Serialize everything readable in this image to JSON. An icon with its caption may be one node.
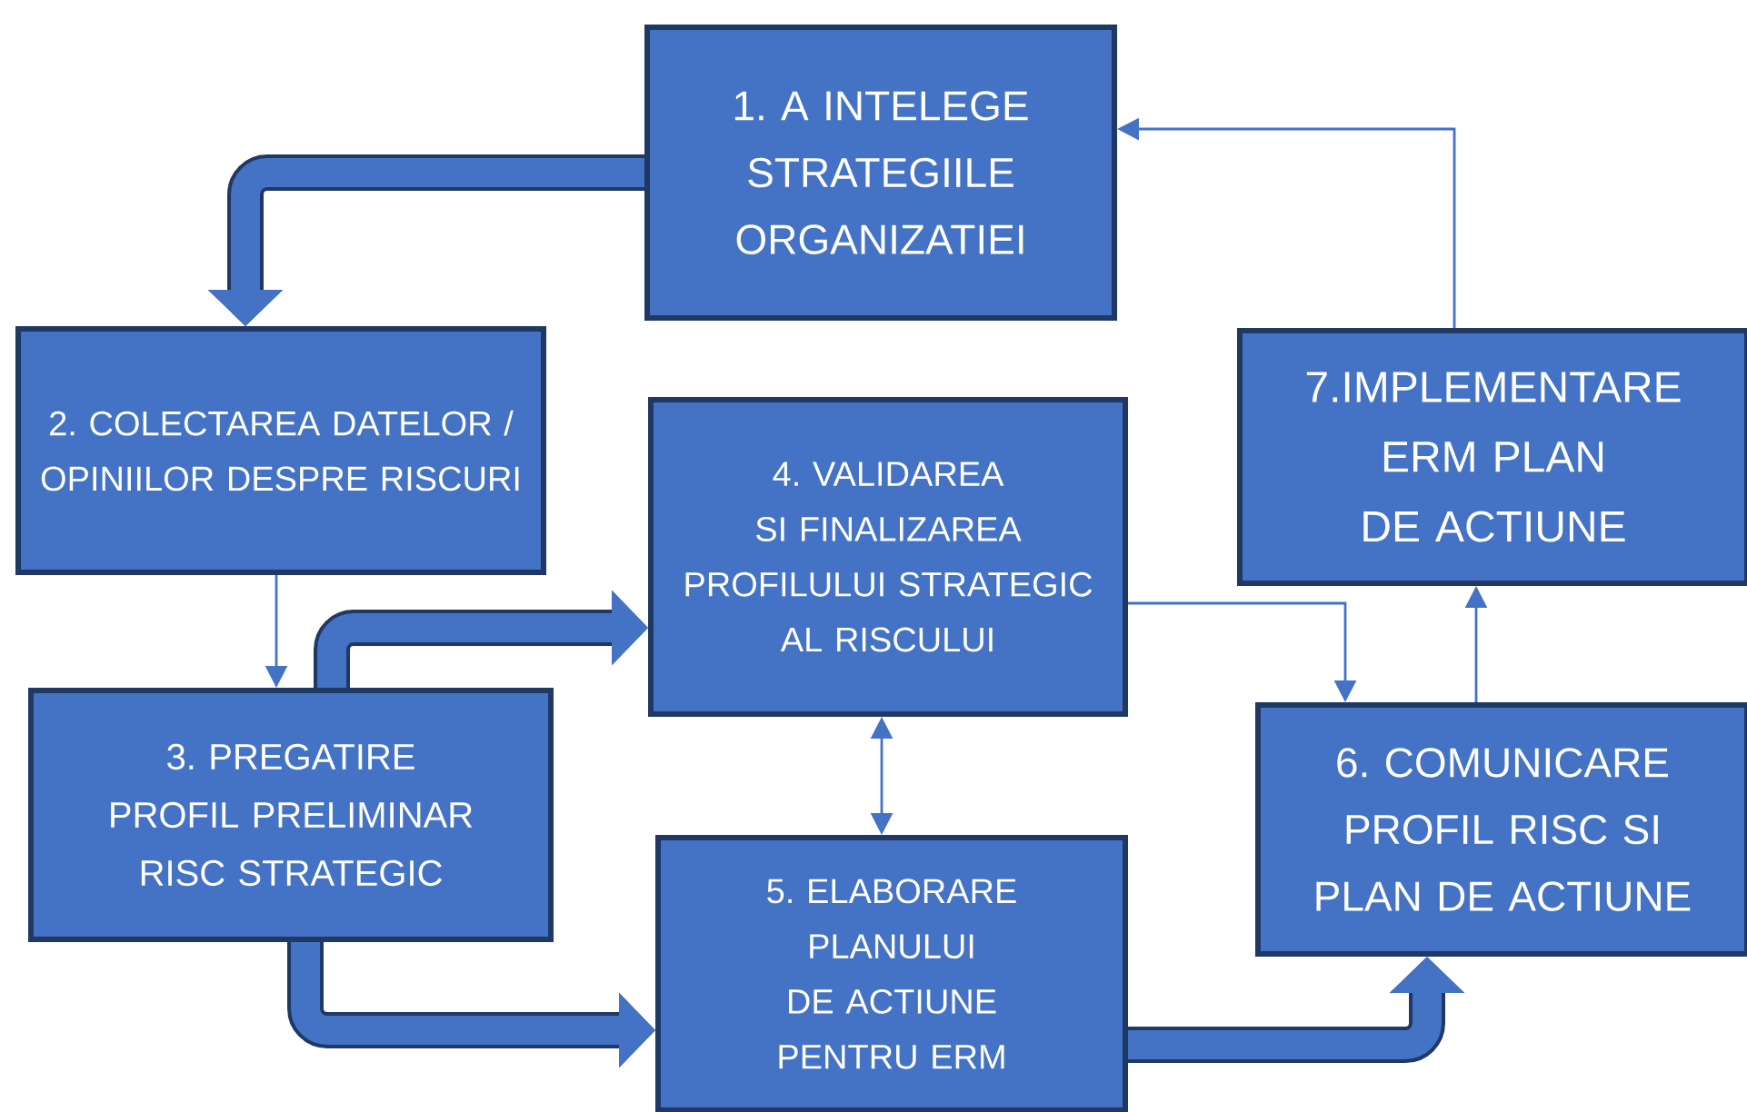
{
  "diagram": {
    "nodes": [
      {
        "text": [
          "1. A INTELEGE STRATEGIILE ORGANIZATIEI"
        ]
      },
      {
        "text": [
          "2. COLECTAREA DATELOR / OPINIILOR DESPRE RISCURI"
        ]
      },
      {
        "text": [
          "3. PREGATIRE PROFIL PRELIMINAR RISC STRATEGIC"
        ]
      },
      {
        "text": [
          "4. VALIDAREA SI FINALIZAREA PROFILULUI STRATEGIC AL RISCULUI"
        ]
      },
      {
        "text": [
          "5. ELABORARE PLANULUI DE ACTIUNE PENTRU ERM"
        ]
      },
      {
        "text": [
          "6. COMUNICARE PROFIL RISC SI PLAN DE ACTIUNE"
        ]
      },
      {
        "text": [
          "7.IMPLEMENTARE ERM PLAN DE ACTIUNE"
        ]
      }
    ],
    "edges": [
      {
        "from": 0,
        "to": 1,
        "arrow": "to",
        "style": "thick",
        "color": "#1f3864"
      },
      {
        "from": 1,
        "to": 2,
        "arrow": "to"
      },
      {
        "from": 2,
        "to": 3,
        "arrow": "to",
        "style": "thick",
        "color": "#1f3864"
      },
      {
        "from": 3,
        "to": 4,
        "arrow": "both"
      },
      {
        "from": 2,
        "to": 4,
        "arrow": "to",
        "style": "thick",
        "color": "#1f3864"
      },
      {
        "from": 3,
        "to": 5,
        "arrow": "to"
      },
      {
        "from": 4,
        "to": 5,
        "arrow": "to",
        "style": "thick",
        "color": "#1f3864"
      },
      {
        "from": 5,
        "to": 6,
        "arrow": "to"
      },
      {
        "from": 6,
        "to": 0,
        "arrow": "to"
      }
    ]
  }
}
